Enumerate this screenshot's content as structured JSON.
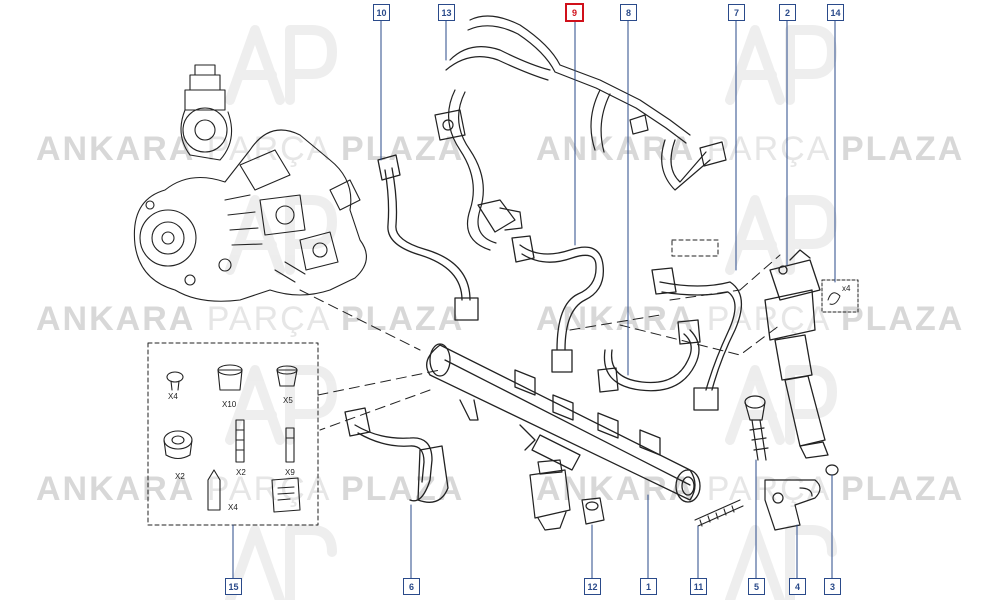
{
  "watermark": {
    "brand_bold_left": "ANKARA",
    "brand_light": "PARÇA",
    "brand_bold_right": "PLAZA"
  },
  "callouts": [
    {
      "id": "c10",
      "label": "10",
      "highlight": false
    },
    {
      "id": "c13",
      "label": "13",
      "highlight": false
    },
    {
      "id": "c9",
      "label": "9",
      "highlight": true
    },
    {
      "id": "c8",
      "label": "8",
      "highlight": false
    },
    {
      "id": "c7",
      "label": "7",
      "highlight": false
    },
    {
      "id": "c2",
      "label": "2",
      "highlight": false
    },
    {
      "id": "c14",
      "label": "14",
      "highlight": false
    },
    {
      "id": "c15",
      "label": "15",
      "highlight": false
    },
    {
      "id": "c6",
      "label": "6",
      "highlight": false
    },
    {
      "id": "c12",
      "label": "12",
      "highlight": false
    },
    {
      "id": "c1",
      "label": "1",
      "highlight": false
    },
    {
      "id": "c11",
      "label": "11",
      "highlight": false
    },
    {
      "id": "c5",
      "label": "5",
      "highlight": false
    },
    {
      "id": "c4",
      "label": "4",
      "highlight": false
    },
    {
      "id": "c3",
      "label": "3",
      "highlight": false
    }
  ],
  "kit_quantities": {
    "screw": "X4",
    "cap_large": "X10",
    "cap_small": "X5",
    "seal_ring": "X2",
    "stud": "X2",
    "pin": "X9",
    "plug": "X4"
  },
  "clip_quantity": "x4"
}
